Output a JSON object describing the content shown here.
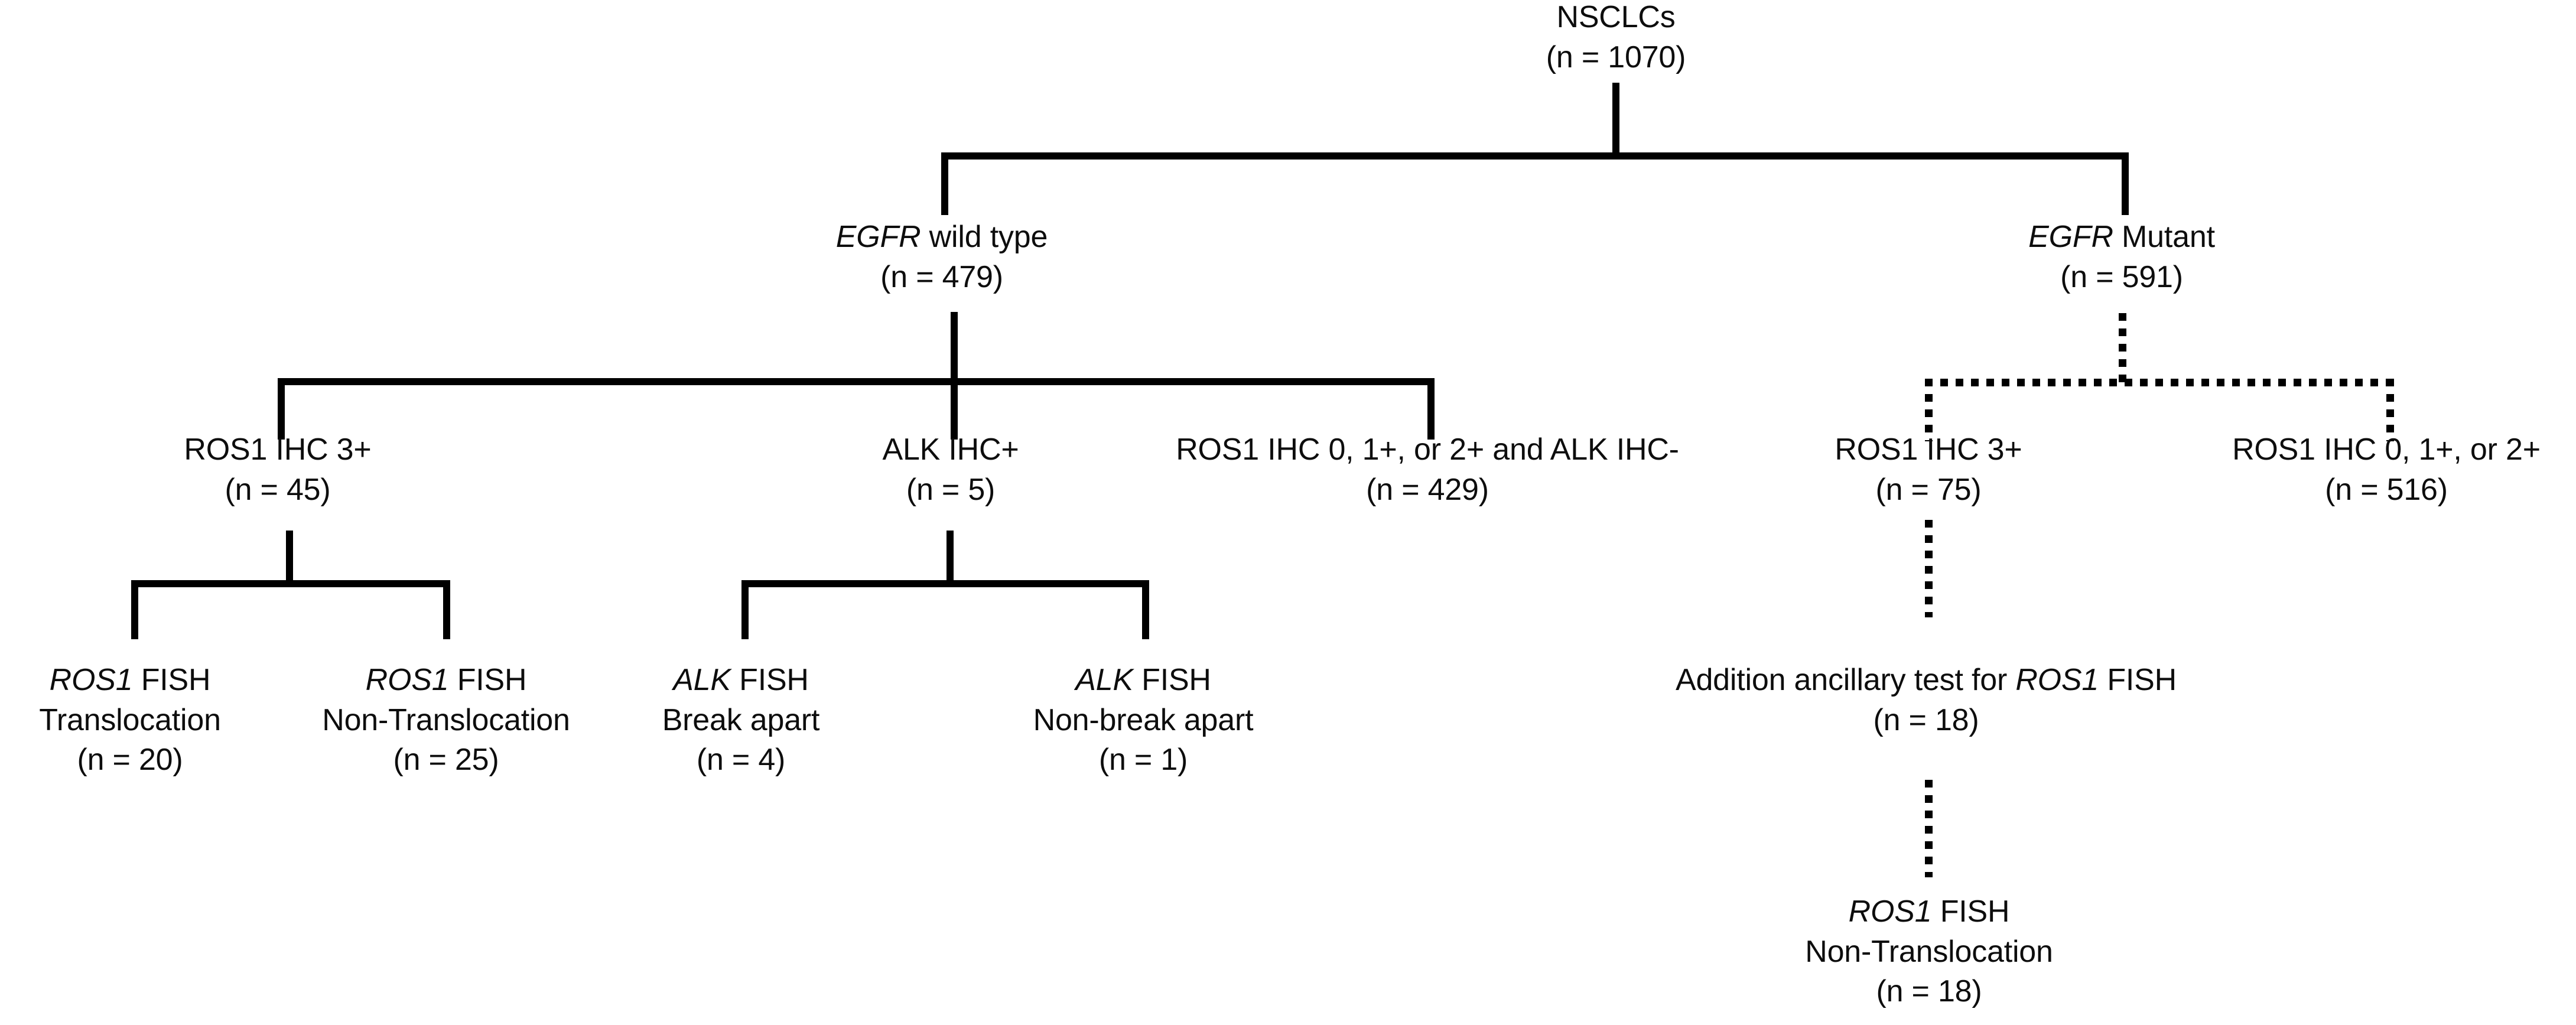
{
  "figure": {
    "type": "flowchart",
    "title": "NSCLC ROS1/ALK IHC and FISH testing algorithm",
    "background_color": "#ffffff",
    "line_color": "#000000"
  },
  "nodes": {
    "root": {
      "label": "NSCLCs",
      "count_label": "(n = 1070)",
      "n": 1070,
      "italic_prefix": ""
    },
    "egfr_wt": {
      "italic_prefix": "EGFR",
      "label_rest": " wild type",
      "count_label": "(n = 479)",
      "n": 479
    },
    "egfr_mut": {
      "italic_prefix": "EGFR",
      "label_rest": " Mutant",
      "count_label": "(n = 591)",
      "n": 591
    },
    "wt_ros1_ihc3": {
      "label": "ROS1 IHC 3+",
      "count_label": "(n = 45)",
      "n": 45
    },
    "wt_alk_ihc_pos": {
      "label": "ALK IHC+",
      "count_label": "(n = 5)",
      "n": 5
    },
    "wt_ros1_low_alk_neg": {
      "label": "ROS1 IHC 0, 1+, or 2+ and ALK IHC-",
      "count_label": "(n = 429)",
      "n": 429
    },
    "mut_ros1_ihc3": {
      "label": "ROS1 IHC 3+",
      "count_label": "(n = 75)",
      "n": 75
    },
    "mut_ros1_low": {
      "label": "ROS1 IHC 0, 1+, or 2+",
      "count_label": "(n = 516)",
      "n": 516
    },
    "ros1_fish_transloc": {
      "italic_prefix": "ROS1",
      "label_rest": " FISH",
      "label_line2": "Translocation",
      "count_label": "(n = 20)",
      "n": 20
    },
    "ros1_fish_nontransloc": {
      "italic_prefix": "ROS1",
      "label_rest": " FISH",
      "label_line2": "Non-Translocation",
      "count_label": "(n = 25)",
      "n": 25
    },
    "alk_fish_break": {
      "italic_prefix": "ALK",
      "label_rest": " FISH",
      "label_line2": "Break apart",
      "count_label": "(n = 4)",
      "n": 4
    },
    "alk_fish_nonbreak": {
      "italic_prefix": "ALK",
      "label_rest": " FISH",
      "label_line2": "Non-break apart",
      "count_label": "(n = 1)",
      "n": 1
    },
    "ancillary_test": {
      "label_pre": "Addition ancillary test for ",
      "italic_mid": "ROS1",
      "label_post": " FISH",
      "count_label": "(n = 18)",
      "n": 18
    },
    "mut_ros1_fish_nontransloc": {
      "italic_prefix": "ROS1",
      "label_rest": " FISH",
      "label_line2": "Non-Translocation",
      "count_label": "(n = 18)",
      "n": 18
    }
  }
}
